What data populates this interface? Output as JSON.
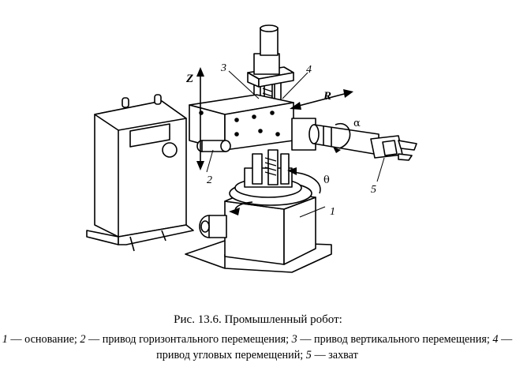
{
  "figure": {
    "labels": {
      "part1": "1",
      "part2": "2",
      "part3": "3",
      "part4": "4",
      "part5": "5",
      "axis_z": "Z",
      "axis_r": "R",
      "angle_alpha": "α",
      "angle_theta": "θ"
    }
  },
  "caption": {
    "title": "Рис. 13.6. Промышленный робот:",
    "items": [
      {
        "num": "1",
        "text": " — основание; "
      },
      {
        "num": "2",
        "text": " — привод горизонтального перемещения; "
      },
      {
        "num": "3",
        "text": " — привод вертикального перемещения; "
      },
      {
        "num": "4",
        "text": " — привод угловых перемещений; "
      },
      {
        "num": "5",
        "text": " — захват"
      }
    ]
  }
}
